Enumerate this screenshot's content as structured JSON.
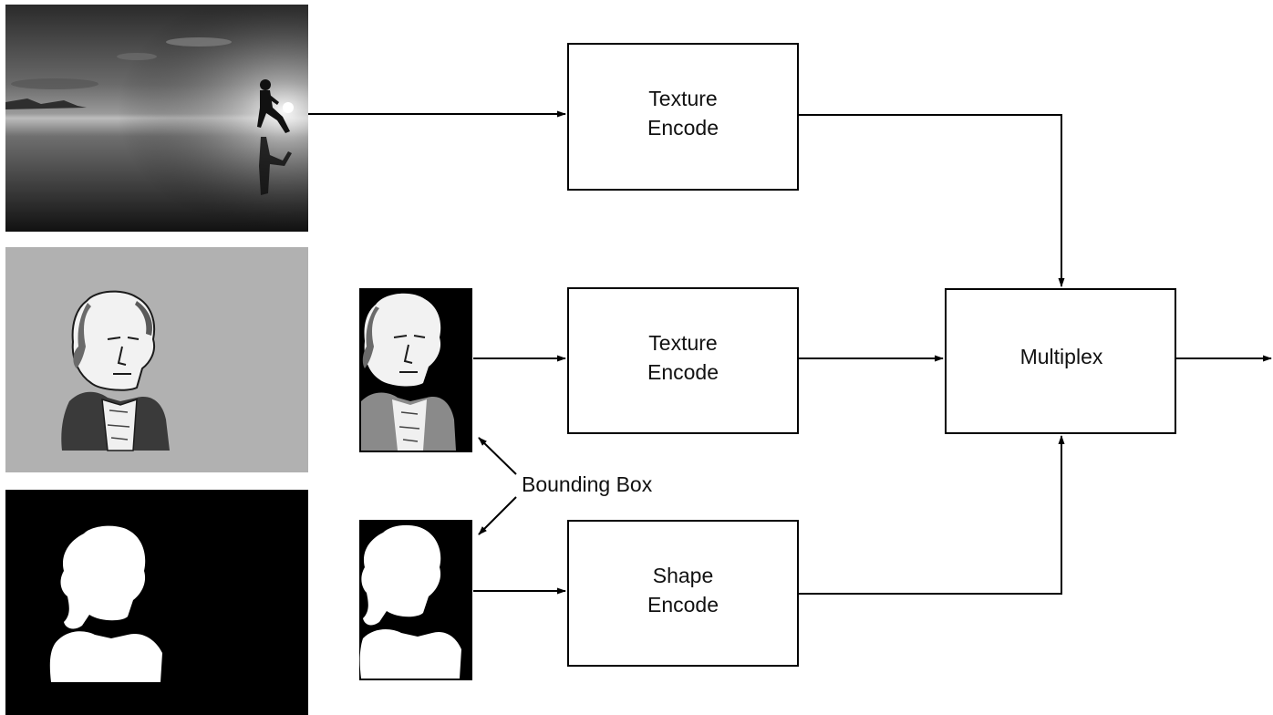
{
  "boxes": {
    "texture_encode_top": [
      "Texture",
      "Encode"
    ],
    "texture_encode_mid": [
      "Texture",
      "Encode"
    ],
    "shape_encode": [
      "Shape",
      "Encode"
    ],
    "multiplex": "Multiplex"
  },
  "annotation": "Bounding Box",
  "colors": {
    "line": "#000000",
    "gray_background": "#b1b1b1",
    "mask_black": "#000000",
    "mask_white": "#ffffff"
  }
}
